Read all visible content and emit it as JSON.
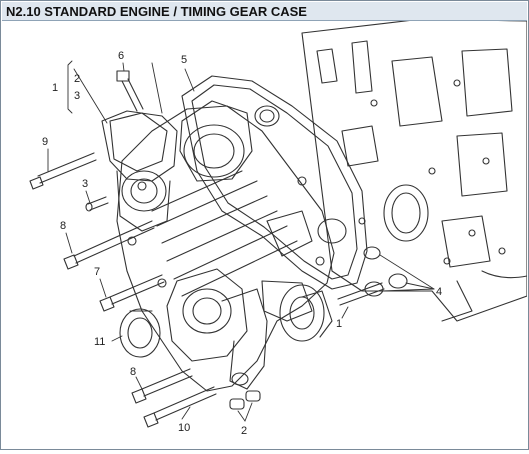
{
  "header": {
    "title": "N2.10 STANDARD ENGINE / TIMING GEAR CASE"
  },
  "callouts": {
    "c1": "1",
    "c2a": "2",
    "c3a": "3",
    "c6": "6",
    "c5": "5",
    "c9": "9",
    "c3b": "3",
    "c8a": "8",
    "c7": "7",
    "c11": "11",
    "c8b": "8",
    "c10": "10",
    "c2b": "2",
    "c4": "4",
    "c1b": "1"
  },
  "colors": {
    "line": "#333333",
    "title_bg": "#dfe7ef"
  }
}
